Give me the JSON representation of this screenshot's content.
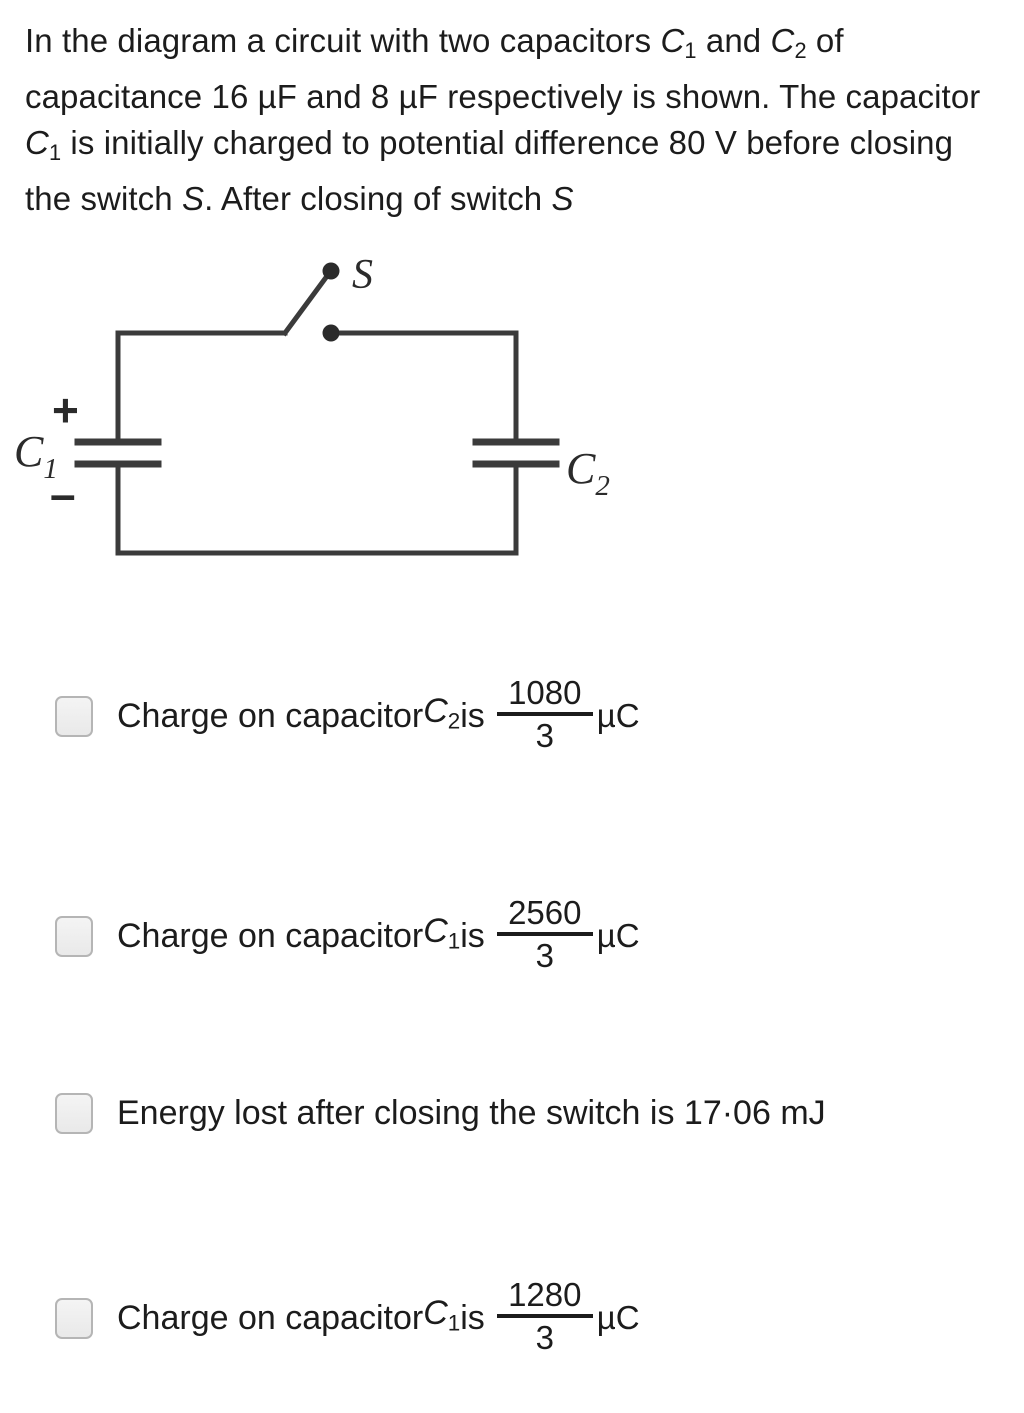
{
  "question": {
    "line1_a": "In the diagram a circuit with two capacitors ",
    "var_c1": "C",
    "sub_1": "1",
    "line1_b": " and ",
    "var_c2": "C",
    "sub_2": "2",
    "line1_c": " of capacitance 16 µF and 8 µF respectively is shown. The capacitor ",
    "line1_d": " is initially charged to potential difference 80 V before closing the switch ",
    "var_s": "S",
    "line1_e": ". After closing of switch ",
    "line1_f": ""
  },
  "diagram": {
    "name": "capacitor-circuit",
    "switch_label": "S",
    "c1_label": "C",
    "c1_sub": "1",
    "c2_label": "C",
    "c2_sub": "2",
    "plus_sign": "+",
    "minus_sign": "–",
    "stroke_color": "#3b3b3b",
    "line_width": 5
  },
  "options": [
    {
      "id": "option-0",
      "lead": "Charge on capacitor ",
      "var": "C",
      "sub": "2",
      "mid": " is",
      "numerator": "1080",
      "denominator": "3",
      "unit": "µC",
      "has_fraction": true,
      "checked": false
    },
    {
      "id": "option-1",
      "lead": "Charge on capacitor  ",
      "var": "C",
      "sub": "1",
      "mid": " is",
      "numerator": "2560",
      "denominator": "3",
      "unit": "µC",
      "has_fraction": true,
      "checked": false
    },
    {
      "id": "option-2",
      "lead": "Energy lost after closing the switch is 17·06 mJ",
      "var": "",
      "sub": "",
      "mid": "",
      "numerator": "",
      "denominator": "",
      "unit": "",
      "has_fraction": false,
      "checked": false
    },
    {
      "id": "option-3",
      "lead": "Charge on capacitor  ",
      "var": "C",
      "sub": "1",
      "mid": " is",
      "numerator": "1280",
      "denominator": "3",
      "unit": "µC",
      "has_fraction": true,
      "checked": false
    }
  ]
}
